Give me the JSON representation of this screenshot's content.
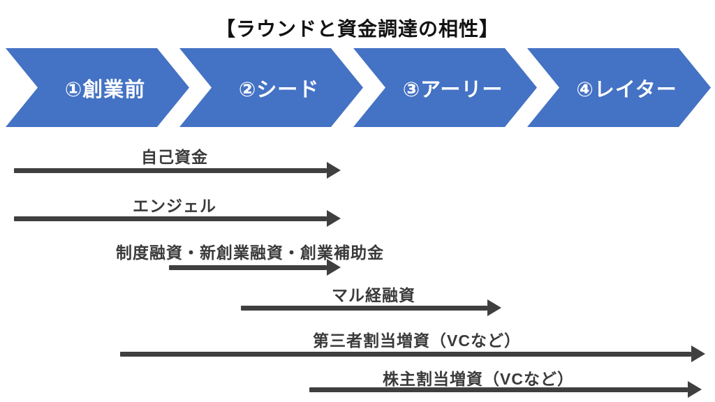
{
  "title": "【ラウンドと資金調達の相性】",
  "colors": {
    "stage_chevron_blue": "#4472C4",
    "arrow_dark_gray": "#3F3F3F",
    "stage_text_white": "#FFFFFF"
  },
  "stages": [
    {
      "label": "①創業前"
    },
    {
      "label": "②シード"
    },
    {
      "label": "③アーリー"
    },
    {
      "label": "④レイター"
    }
  ],
  "funding": [
    {
      "label": "自己資金",
      "span_stages": "創業前〜シード"
    },
    {
      "label": "エンジェル",
      "span_stages": "創業前〜シード"
    },
    {
      "label": "制度融資・新創業融資・創業補助金",
      "span_stages": "創業前〜シード"
    },
    {
      "label": "マル経融資",
      "span_stages": "シード〜アーリー"
    },
    {
      "label": "第三者割当増資（VCなど）",
      "span_stages": "創業前〜レイター"
    },
    {
      "label": "株主割当増資（VCなど）",
      "span_stages": "シード〜レイター"
    }
  ]
}
